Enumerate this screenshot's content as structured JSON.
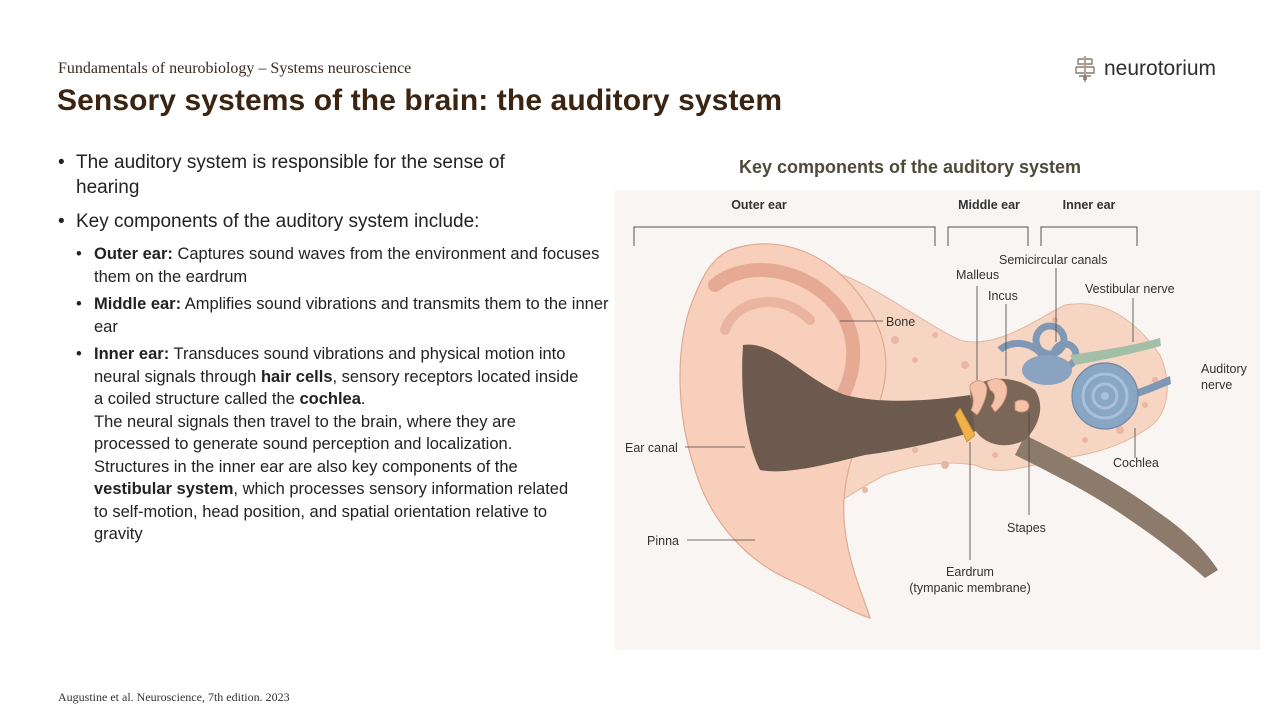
{
  "header": {
    "subtitle": "Fundamentals of neurobiology – Systems neuroscience",
    "title": "Sensory systems of the brain: the auditory system",
    "logo_text": "neurotorium"
  },
  "bullets": {
    "b1": "The auditory system is responsible for the sense of hearing",
    "b2": "Key components of the auditory system include:",
    "outer": {
      "term": "Outer ear:",
      "text": " Captures sound waves from the environment and focuses them on the eardrum"
    },
    "middle": {
      "term": "Middle ear:",
      "text": " Amplifies sound vibrations and transmits them to the inner ear"
    },
    "inner": {
      "term": "Inner ear:",
      "t1": " Transduces sound vibrations and physical motion into neural signals through ",
      "hair": "hair cells",
      "t2": ", sensory receptors located inside a coiled structure called the ",
      "cochlea": "cochlea",
      "t3": ".",
      "t4": "The neural signals then travel to the brain, where they are processed to generate sound perception and localization. Structures in the inner ear are also key components of the ",
      "vest": "vestibular system",
      "t5": ", which processes sensory information related to self-motion, head position, and spatial orientation relative to gravity"
    }
  },
  "figure": {
    "title": "Key components of the auditory system",
    "sections": {
      "outer": "Outer ear",
      "middle": "Middle ear",
      "inner": "Inner ear"
    },
    "labels": {
      "bone": "Bone",
      "malleus": "Malleus",
      "incus": "Incus",
      "semicircular": "Semicircular canals",
      "vestibular": "Vestibular nerve",
      "auditory1": "Auditory",
      "auditory2": "nerve",
      "ear_canal": "Ear canal",
      "cochlea": "Cochlea",
      "stapes": "Stapes",
      "pinna": "Pinna",
      "eardrum1": "Eardrum",
      "eardrum2": "(tympanic membrane)"
    }
  },
  "footer": {
    "citation": "Augustine et al. Neuroscience, 7th edition. 2023"
  }
}
